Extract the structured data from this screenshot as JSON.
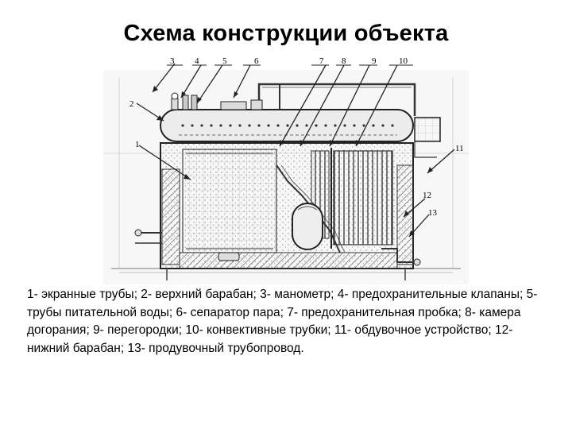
{
  "title": "Схема конструкции объекта",
  "callouts": [
    "1",
    "2",
    "3",
    "4",
    "5",
    "6",
    "7",
    "8",
    "9",
    "10",
    "11",
    "12",
    "13"
  ],
  "legend": "1- экранные трубы; 2- верхний барабан; 3- манометр; 4- предохранительные клапаны; 5- трубы питательной воды; 6- сепаратор пара; 7- предохранительная пробка; 8- камера догорания; 9- перегородки; 10- конвективные трубки; 11- обдувочное устройство; 12- нижний барабан; 13- продувочный трубопровод."
}
